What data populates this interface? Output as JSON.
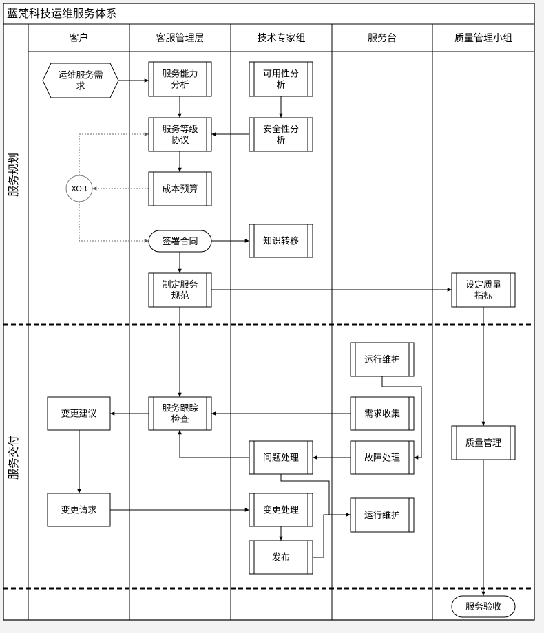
{
  "title": "蓝梵科技运维服务体系",
  "lanes": [
    {
      "id": "customer",
      "label": "客户"
    },
    {
      "id": "service_mgmt",
      "label": "客服管理层"
    },
    {
      "id": "tech_experts",
      "label": "技术专家组"
    },
    {
      "id": "service_desk",
      "label": "服务台"
    },
    {
      "id": "quality_team",
      "label": "质量管理小组"
    }
  ],
  "phases": [
    {
      "id": "planning",
      "label": "服务规划"
    },
    {
      "id": "delivery",
      "label": "服务交付"
    }
  ],
  "nodes": {
    "ops_need": {
      "lines": [
        "运维服务需",
        "求"
      ],
      "shape": "hexagon"
    },
    "capability": {
      "lines": [
        "服务能力",
        "分析"
      ],
      "shape": "process"
    },
    "availability": {
      "lines": [
        "可用性分",
        "析"
      ],
      "shape": "process"
    },
    "sla": {
      "lines": [
        "服务等级",
        "协议"
      ],
      "shape": "process"
    },
    "security": {
      "lines": [
        "安全性分",
        "析"
      ],
      "shape": "process"
    },
    "xor": {
      "lines": [
        "XOR"
      ],
      "shape": "circle"
    },
    "budget": {
      "lines": [
        "成本预算"
      ],
      "shape": "process"
    },
    "contract": {
      "lines": [
        "签署合同"
      ],
      "shape": "terminal"
    },
    "knowledge": {
      "lines": [
        "知识转移"
      ],
      "shape": "process"
    },
    "spec": {
      "lines": [
        "制定服务",
        "规范"
      ],
      "shape": "process"
    },
    "quality_index": {
      "lines": [
        "设定质量",
        "指标"
      ],
      "shape": "process"
    },
    "ops_maint_1": {
      "lines": [
        "运行维护"
      ],
      "shape": "process"
    },
    "change_suggest": {
      "lines": [
        "变更建议"
      ],
      "shape": "rect"
    },
    "tracking": {
      "lines": [
        "服务跟踪",
        "检查"
      ],
      "shape": "process"
    },
    "req_collect": {
      "lines": [
        "需求收集"
      ],
      "shape": "process"
    },
    "quality_mgmt": {
      "lines": [
        "质量管理"
      ],
      "shape": "process"
    },
    "problem": {
      "lines": [
        "问题处理"
      ],
      "shape": "process"
    },
    "fault": {
      "lines": [
        "故障处理"
      ],
      "shape": "process"
    },
    "change_request": {
      "lines": [
        "变更请求"
      ],
      "shape": "rect"
    },
    "change_process": {
      "lines": [
        "变更处理"
      ],
      "shape": "process"
    },
    "ops_maint_2": {
      "lines": [
        "运行维护"
      ],
      "shape": "process"
    },
    "release": {
      "lines": [
        "发布"
      ],
      "shape": "process"
    },
    "acceptance": {
      "lines": [
        "服务验收"
      ],
      "shape": "terminal"
    }
  }
}
